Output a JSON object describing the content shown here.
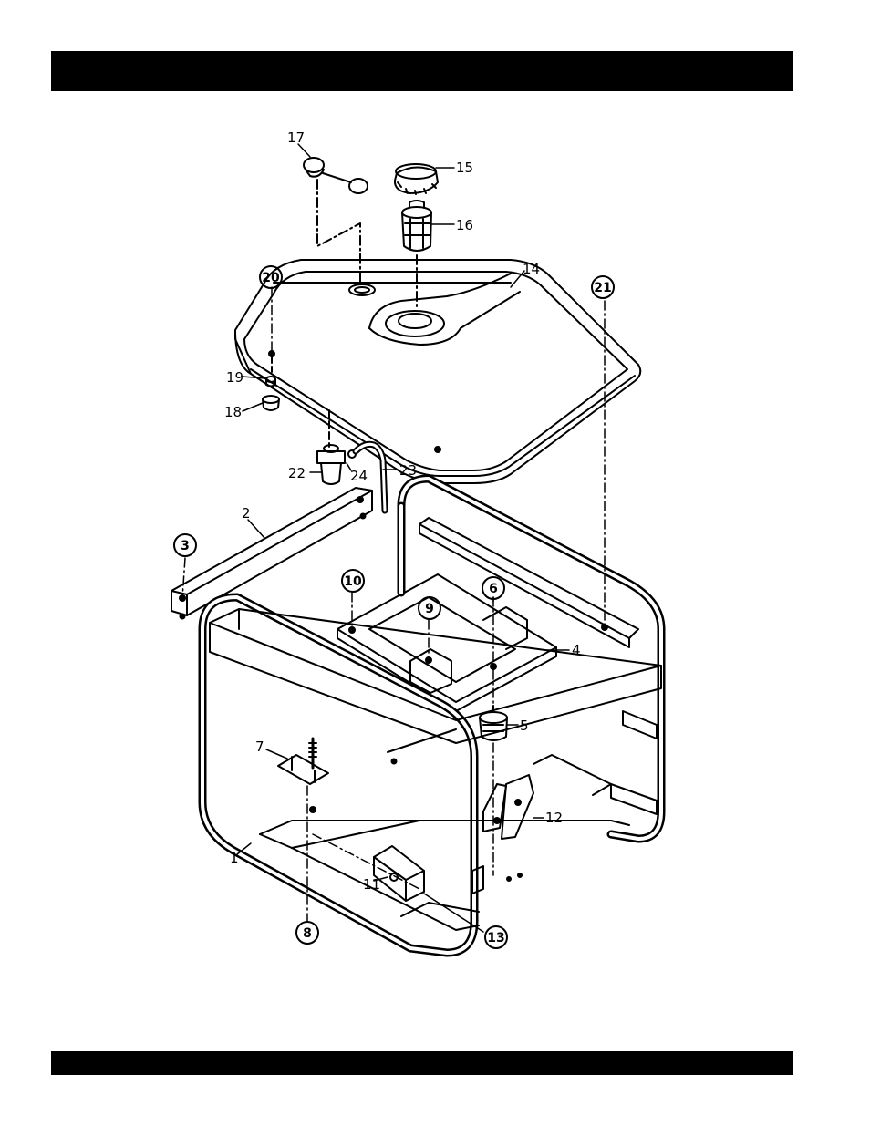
{
  "diagram": {
    "callouts": [
      {
        "id": "1",
        "label": "1",
        "circled": false
      },
      {
        "id": "2",
        "label": "2",
        "circled": false
      },
      {
        "id": "3",
        "label": "3",
        "circled": true
      },
      {
        "id": "4",
        "label": "4",
        "circled": false
      },
      {
        "id": "5",
        "label": "5",
        "circled": false
      },
      {
        "id": "6",
        "label": "6",
        "circled": true
      },
      {
        "id": "7",
        "label": "7",
        "circled": false
      },
      {
        "id": "8",
        "label": "8",
        "circled": true
      },
      {
        "id": "9",
        "label": "9",
        "circled": true
      },
      {
        "id": "10",
        "label": "10",
        "circled": true
      },
      {
        "id": "11",
        "label": "11",
        "circled": false
      },
      {
        "id": "12",
        "label": "12",
        "circled": false
      },
      {
        "id": "13",
        "label": "13",
        "circled": true
      },
      {
        "id": "14",
        "label": "14",
        "circled": false
      },
      {
        "id": "15",
        "label": "15",
        "circled": false
      },
      {
        "id": "16",
        "label": "16",
        "circled": false
      },
      {
        "id": "17",
        "label": "17",
        "circled": false
      },
      {
        "id": "18",
        "label": "18",
        "circled": false
      },
      {
        "id": "19",
        "label": "19",
        "circled": false
      },
      {
        "id": "20",
        "label": "20",
        "circled": true
      },
      {
        "id": "21",
        "label": "21",
        "circled": true
      },
      {
        "id": "22",
        "label": "22",
        "circled": false
      },
      {
        "id": "23",
        "label": "23",
        "circled": false
      },
      {
        "id": "24",
        "label": "24",
        "circled": false
      }
    ]
  },
  "colors": {
    "ink": "#000000",
    "paper": "#ffffff"
  }
}
